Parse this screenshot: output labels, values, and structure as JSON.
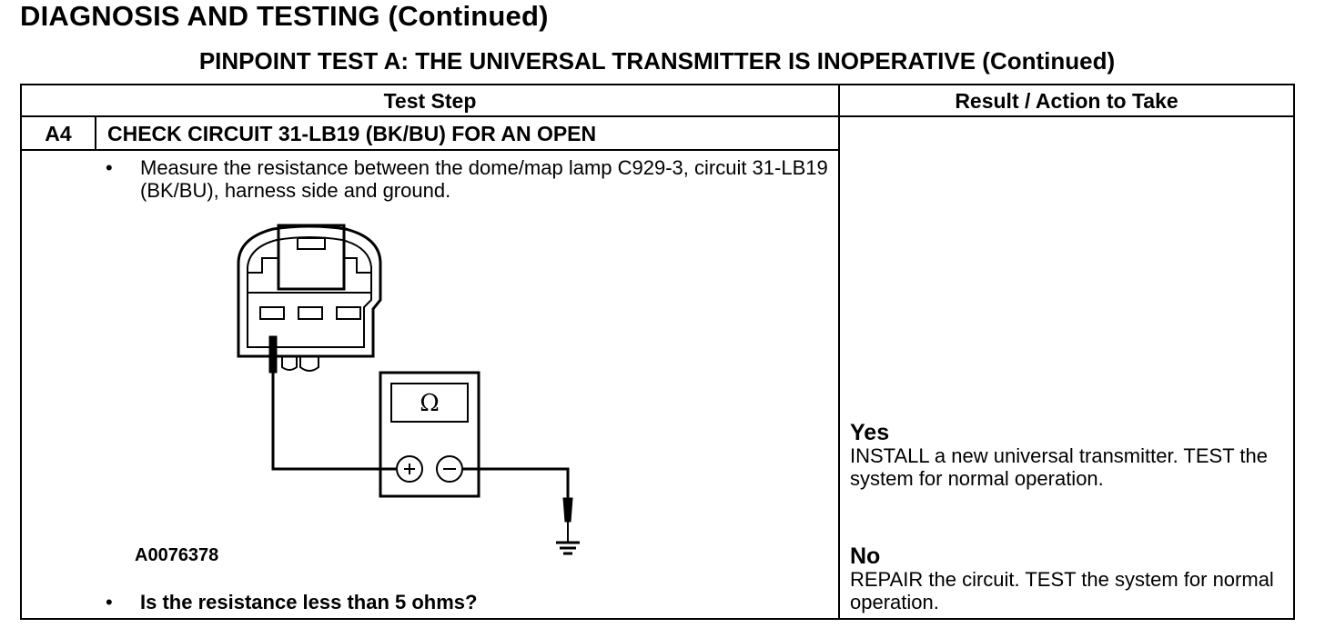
{
  "header": {
    "title": "DIAGNOSIS AND TESTING (Continued)",
    "subtitle": "PINPOINT TEST  A: THE UNIVERSAL TRANSMITTER IS INOPERATIVE (Continued)"
  },
  "table": {
    "col_test_step": "Test Step",
    "col_result": "Result / Action to Take"
  },
  "step": {
    "id": "A4",
    "title": "CHECK CIRCUIT 31-LB19 (BK/BU) FOR AN OPEN",
    "bullet_symbol": "•",
    "instruction": "Measure the resistance between the dome/map lamp C929-3, circuit 31-LB19 (BK/BU), harness side and ground.",
    "figure_id": "A0076378",
    "meter_symbol": "Ω",
    "question": "Is the resistance less than 5 ohms?"
  },
  "results": {
    "yes_label": "Yes",
    "yes_text": "INSTALL a new universal transmitter. TEST the system for normal operation.",
    "no_label": "No",
    "no_text": "REPAIR the circuit. TEST the system for normal operation."
  }
}
